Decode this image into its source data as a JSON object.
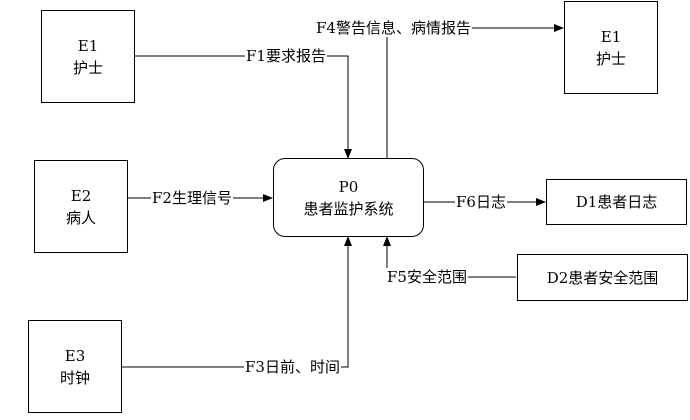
{
  "entities": {
    "e1_source": {
      "id": "E1",
      "name": "护士"
    },
    "e1_sink": {
      "id": "E1",
      "name": "护士"
    },
    "e2": {
      "id": "E2",
      "name": "病人"
    },
    "e3": {
      "id": "E3",
      "name": "时钟"
    }
  },
  "process": {
    "id": "P0",
    "name": "患者监护系统"
  },
  "stores": {
    "d1": "D1患者日志",
    "d2": "D2患者安全范围"
  },
  "flows": {
    "f1": "F1要求报告",
    "f2": "F2生理信号",
    "f3": "F3日前、时间",
    "f4": "F4警告信息、病情报告",
    "f5": "F5安全范围",
    "f6": "F6日志"
  }
}
